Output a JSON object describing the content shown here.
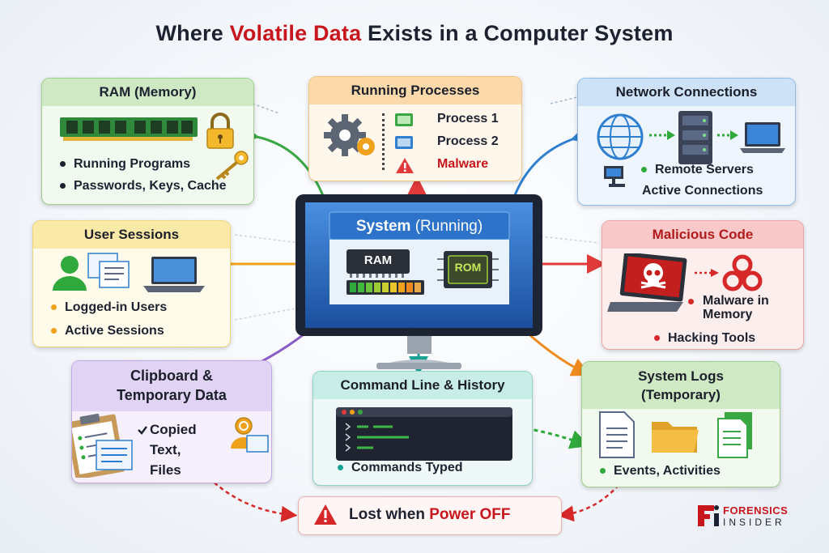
{
  "title": {
    "pre": "Where ",
    "highlight": "Volatile Data",
    "post": " Exists in a Computer System"
  },
  "ram": {
    "header": "RAM (Memory)",
    "items": [
      "Running Programs",
      "Passwords, Keys, Cache"
    ]
  },
  "processes": {
    "header": "Running Processes",
    "items": [
      "Process 1",
      "Process 2",
      "Malware"
    ]
  },
  "network": {
    "header": "Network Connections",
    "items": [
      "Remote Servers",
      "Active Connections"
    ]
  },
  "sessions": {
    "header": "User Sessions",
    "items": [
      "Logged-in Users",
      "Active Sessions"
    ]
  },
  "system": {
    "header_main": "System",
    "header_paren": "(Running)",
    "ram_label": "RAM",
    "rom_label": "ROM"
  },
  "malicious": {
    "header": "Malicious Code",
    "items": [
      "Malware in Memory",
      "Hacking Tools"
    ]
  },
  "clipboard": {
    "header_line1": "Clipboard &",
    "header_line2": "Temporary Data",
    "items": [
      "Copied Text, Files"
    ]
  },
  "cmdline": {
    "header": "Command Line & History",
    "items": [
      "Commands Typed"
    ]
  },
  "syslogs": {
    "header_line1": "System Logs",
    "header_line2": "(Temporary)",
    "items": [
      "Events, Activities"
    ]
  },
  "footer": {
    "pre": "Lost when ",
    "highlight": "Power OFF"
  },
  "brand": {
    "line1": "FORENSICS",
    "line2": "INSIDER"
  },
  "colors": {
    "ram": "#3aa745",
    "processes": "#e38a1e",
    "network": "#2f7fd0",
    "sessions": "#f0a11c",
    "malicious": "#e03a3a",
    "clipboard": "#8a5cc8",
    "cmdline": "#1aa394",
    "syslogs": "#3aa745",
    "alert": "#c8161d"
  },
  "icons": [
    "memory-chip-icon",
    "padlock-icon",
    "key-icon",
    "gear-icon",
    "process-icon",
    "warning-icon",
    "globe-icon",
    "server-icon",
    "laptop-icon",
    "user-icon",
    "document-icon",
    "chip-icon",
    "skull-icon",
    "biohazard-icon",
    "clipboard-icon",
    "terminal-icon",
    "folder-icon",
    "log-file-icon"
  ]
}
